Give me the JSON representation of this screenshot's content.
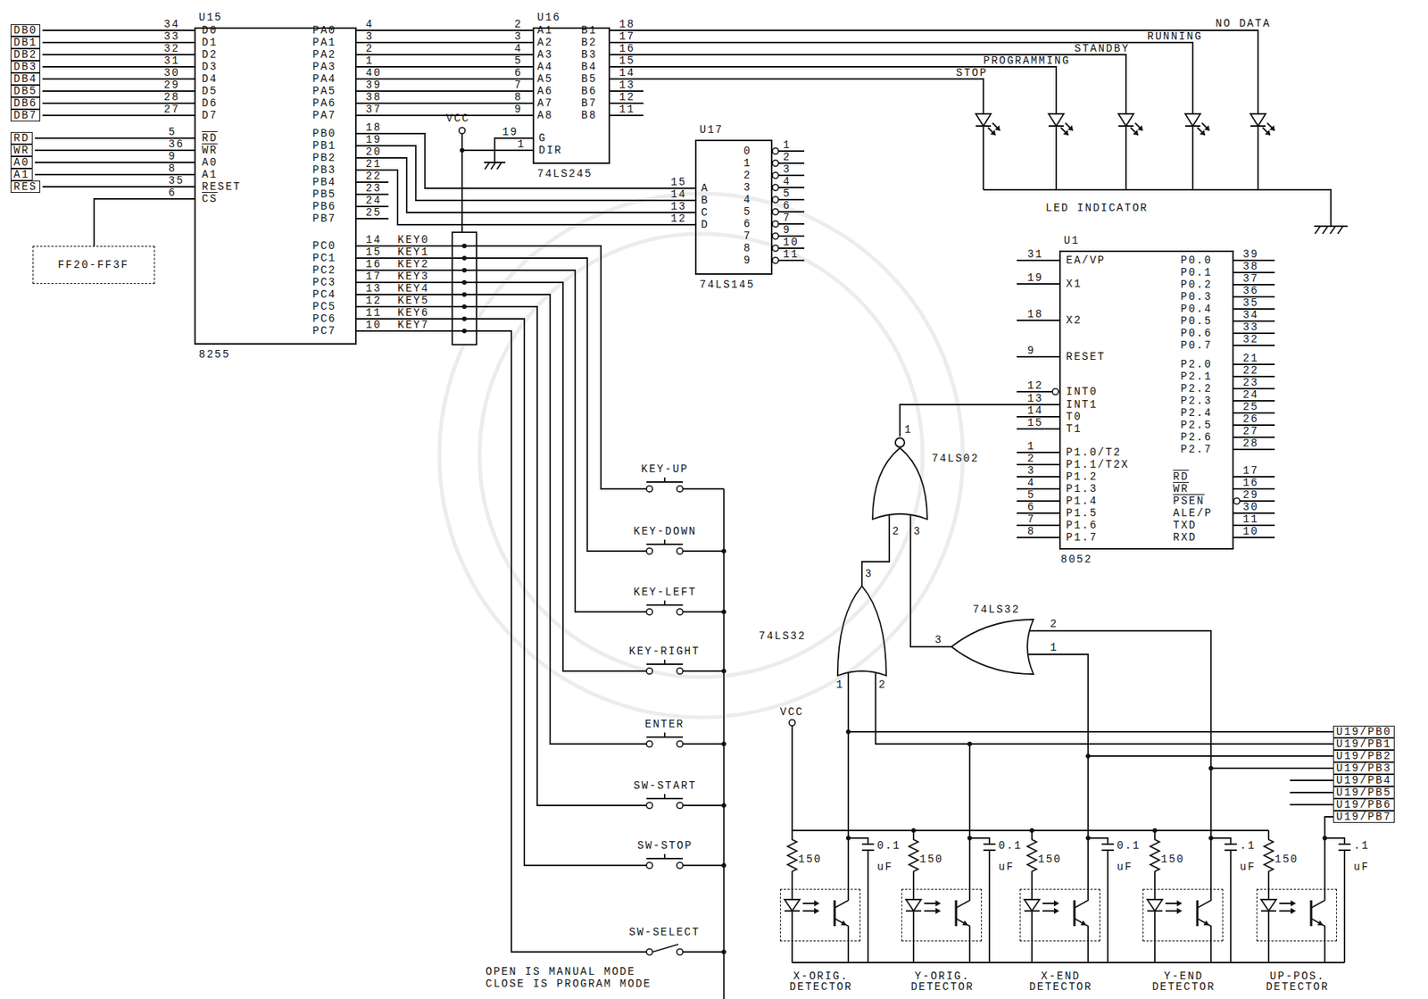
{
  "diagram": {
    "nodes": [
      {
        "text": [
          "U15",
          "8255"
        ]
      },
      {
        "text": [
          "U16",
          "74LS245"
        ]
      },
      {
        "text": [
          "U17",
          "74LS145"
        ]
      },
      {
        "text": [
          "FF20-FF3F"
        ]
      },
      {
        "text": [
          "U1",
          "8052"
        ]
      },
      {
        "text": [
          "74LS02"
        ]
      },
      {
        "text": [
          "74LS32"
        ]
      },
      {
        "text": [
          "74LS32"
        ]
      },
      {
        "text": [
          "X-ORIG. DETECTOR"
        ]
      },
      {
        "text": [
          "Y-ORIG. DETECTOR"
        ]
      },
      {
        "text": [
          "X-END DETECTOR"
        ]
      },
      {
        "text": [
          "Y-END DETECTOR"
        ]
      },
      {
        "text": [
          "UP-POS. DETECTOR"
        ]
      }
    ],
    "edges": [
      {
        "from": 3,
        "to": 0,
        "arrow": "none"
      },
      {
        "from": 0,
        "to": 1,
        "arrow": "none"
      },
      {
        "from": 0,
        "to": 2,
        "arrow": "none"
      },
      {
        "from": 5,
        "to": 4,
        "arrow": "none"
      },
      {
        "from": 6,
        "to": 5,
        "arrow": "none"
      },
      {
        "from": 7,
        "to": 5,
        "arrow": "none"
      },
      {
        "from": 8,
        "to": 6,
        "arrow": "none"
      },
      {
        "from": 9,
        "to": 6,
        "arrow": "none"
      },
      {
        "from": 10,
        "to": 7,
        "arrow": "none"
      },
      {
        "from": 11,
        "to": 7,
        "arrow": "none"
      }
    ],
    "labels": [
      "DB0",
      "DB1",
      "DB2",
      "DB3",
      "DB4",
      "DB5",
      "DB6",
      "DB7",
      "RD",
      "WR",
      "A0",
      "A1",
      "RES",
      "34",
      "33",
      "32",
      "31",
      "30",
      "29",
      "28",
      "27",
      "5",
      "36",
      "9",
      "8",
      "35",
      "6",
      "D0",
      "D1",
      "D2",
      "D3",
      "D4",
      "D5",
      "D6",
      "D7",
      "RD",
      "WR",
      "A0",
      "A1",
      "RESET",
      "CS",
      "PA0",
      "PA1",
      "PA2",
      "PA3",
      "PA4",
      "PA5",
      "PA6",
      "PA7",
      "PB0",
      "PB1",
      "PB2",
      "PB3",
      "PB4",
      "PB5",
      "PB6",
      "PB7",
      "PC0",
      "PC1",
      "PC2",
      "PC3",
      "PC4",
      "PC5",
      "PC6",
      "PC7",
      "4",
      "3",
      "2",
      "1",
      "40",
      "39",
      "38",
      "37",
      "18",
      "19",
      "20",
      "21",
      "22",
      "23",
      "24",
      "25",
      "14",
      "15",
      "16",
      "17",
      "13",
      "12",
      "11",
      "10",
      "KEY0",
      "KEY1",
      "KEY2",
      "KEY3",
      "KEY4",
      "KEY5",
      "KEY6",
      "KEY7",
      "VCC",
      "2",
      "3",
      "4",
      "5",
      "6",
      "7",
      "8",
      "9",
      "A1",
      "A2",
      "A3",
      "A4",
      "A5",
      "A6",
      "A7",
      "A8",
      "B1",
      "B2",
      "B3",
      "B4",
      "B5",
      "B6",
      "B7",
      "B8",
      "18",
      "17",
      "16",
      "15",
      "14",
      "13",
      "12",
      "11",
      "G",
      "DIR",
      "19",
      "1",
      "15",
      "14",
      "13",
      "12",
      "A",
      "B",
      "C",
      "D",
      "0",
      "1",
      "2",
      "3",
      "4",
      "5",
      "6",
      "7",
      "8",
      "9",
      "1",
      "2",
      "3",
      "4",
      "5",
      "6",
      "7",
      "9",
      "10",
      "11",
      "NO DATA",
      "RUNNING",
      "STANDBY",
      "PROGRAMMING",
      "STOP",
      "LED INDICATOR",
      "31",
      "19",
      "18",
      "9",
      "12",
      "13",
      "14",
      "15",
      "1",
      "2",
      "3",
      "4",
      "5",
      "6",
      "7",
      "8",
      "EA/VP",
      "X1",
      "X2",
      "RESET",
      "INT0",
      "INT1",
      "T0",
      "T1",
      "P1.0/T2",
      "P1.1/T2X",
      "P1.2",
      "P1.3",
      "P1.4",
      "P1.5",
      "P1.6",
      "P1.7",
      "P0.0",
      "P0.1",
      "P0.2",
      "P0.3",
      "P0.4",
      "P0.5",
      "P0.6",
      "P0.7",
      "39",
      "38",
      "37",
      "36",
      "35",
      "34",
      "33",
      "32",
      "P2.0",
      "P2.1",
      "P2.2",
      "P2.3",
      "P2.4",
      "P2.5",
      "P2.6",
      "P2.7",
      "21",
      "22",
      "23",
      "24",
      "25",
      "26",
      "27",
      "28",
      "RD",
      "WR",
      "PSEN",
      "ALE/P",
      "TXD",
      "RXD",
      "17",
      "16",
      "29",
      "30",
      "11",
      "10",
      "1",
      "2",
      "3",
      "3",
      "1",
      "2",
      "3",
      "2",
      "1",
      "KEY-UP",
      "KEY-DOWN",
      "KEY-LEFT",
      "KEY-RIGHT",
      "ENTER",
      "SW-START",
      "SW-STOP",
      "SW-SELECT",
      "OPEN IS MANUAL MODE",
      "CLOSE IS PROGRAM MODE",
      "VCC",
      "150",
      "0.1",
      "uF",
      "150",
      "0.1",
      "uF",
      "150",
      "0.1",
      "uF",
      "150",
      ".1",
      "uF",
      "150",
      ".1",
      "uF",
      "U19/PB0",
      "U19/PB1",
      "U19/PB2",
      "U19/PB3",
      "U19/PB4",
      "U19/PB5",
      "U19/PB6",
      "U19/PB7"
    ]
  }
}
